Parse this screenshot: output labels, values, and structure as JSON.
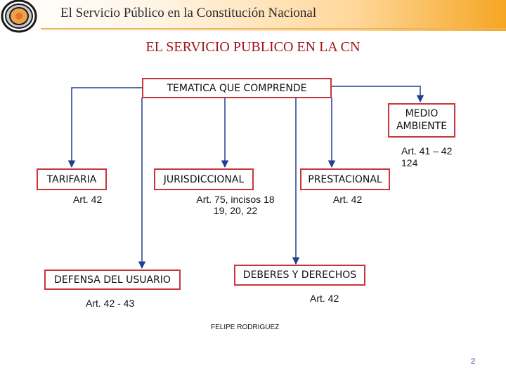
{
  "header": {
    "title": "El Servicio Público en la Constitución Nacional"
  },
  "slide": {
    "title": "EL SERVICIO PUBLICO EN LA CN",
    "root": "TEMATICA QUE COMPRENDE",
    "nodes": {
      "medio_ambiente": {
        "label": "MEDIO\nAMBIENTE",
        "note": "Art. 41 – 42\n124"
      },
      "tarifaria": {
        "label": "TARIFARIA",
        "note": "Art. 42"
      },
      "jurisdiccional": {
        "label": "JURISDICCIONAL",
        "note": "Art. 75, incisos 18\n19, 20, 22"
      },
      "prestacional": {
        "label": "PRESTACIONAL",
        "note": "Art. 42"
      },
      "defensa_usuario": {
        "label": "DEFENSA DEL USUARIO",
        "note": "Art. 42 - 43"
      },
      "deberes_derechos": {
        "label": "DEBERES Y DERECHOS",
        "note": "Art. 42"
      }
    },
    "author": "FELIPE RODRIGUEZ",
    "page_number": "2"
  },
  "colors": {
    "box_border": "#c8363a",
    "connector": "#1f3f8f",
    "title": "#a0151c",
    "header_accent": "#f5a623"
  }
}
